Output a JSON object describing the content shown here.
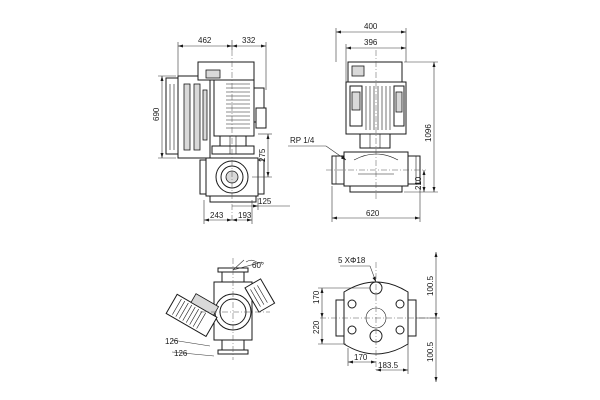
{
  "dimensions": {
    "front": {
      "width_left": "462",
      "width_right": "332",
      "height_total": "690",
      "height_axis": "275",
      "base_offset": "125",
      "base_left": "243",
      "base_right": "193"
    },
    "side": {
      "width_outer": "400",
      "width_inner": "396",
      "height_total": "1096",
      "height_axis": "210",
      "length": "620",
      "port_label": "RP 1/4"
    },
    "top": {
      "angle": "60°",
      "offset_a": "126",
      "offset_b": "126"
    },
    "flange": {
      "holes": "5 XΦ18",
      "v_upper": "170",
      "v_total": "220",
      "h_left": "170",
      "h_right": "183.5",
      "r_upper": "100.5",
      "r_lower": "100.5"
    }
  }
}
